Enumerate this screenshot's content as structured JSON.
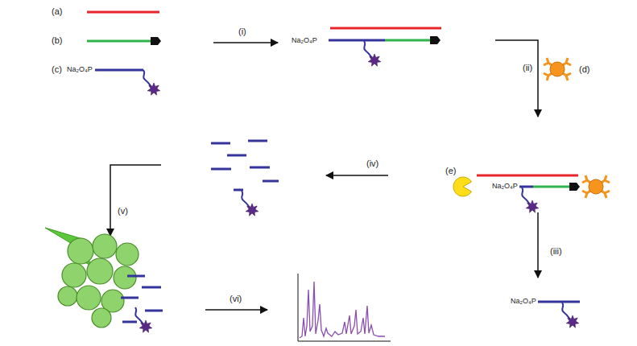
{
  "diagram": {
    "labels": [
      "(a)",
      "(b)",
      "(c)",
      "Na₂O₄P",
      "(i)",
      "Na₂O₄P",
      "(ii)",
      "(d)",
      "(e)",
      "Na₂O₄P",
      "(iv)",
      "(iii)",
      "Na₂O₄P",
      "(v)",
      "(vi)"
    ]
  }
}
